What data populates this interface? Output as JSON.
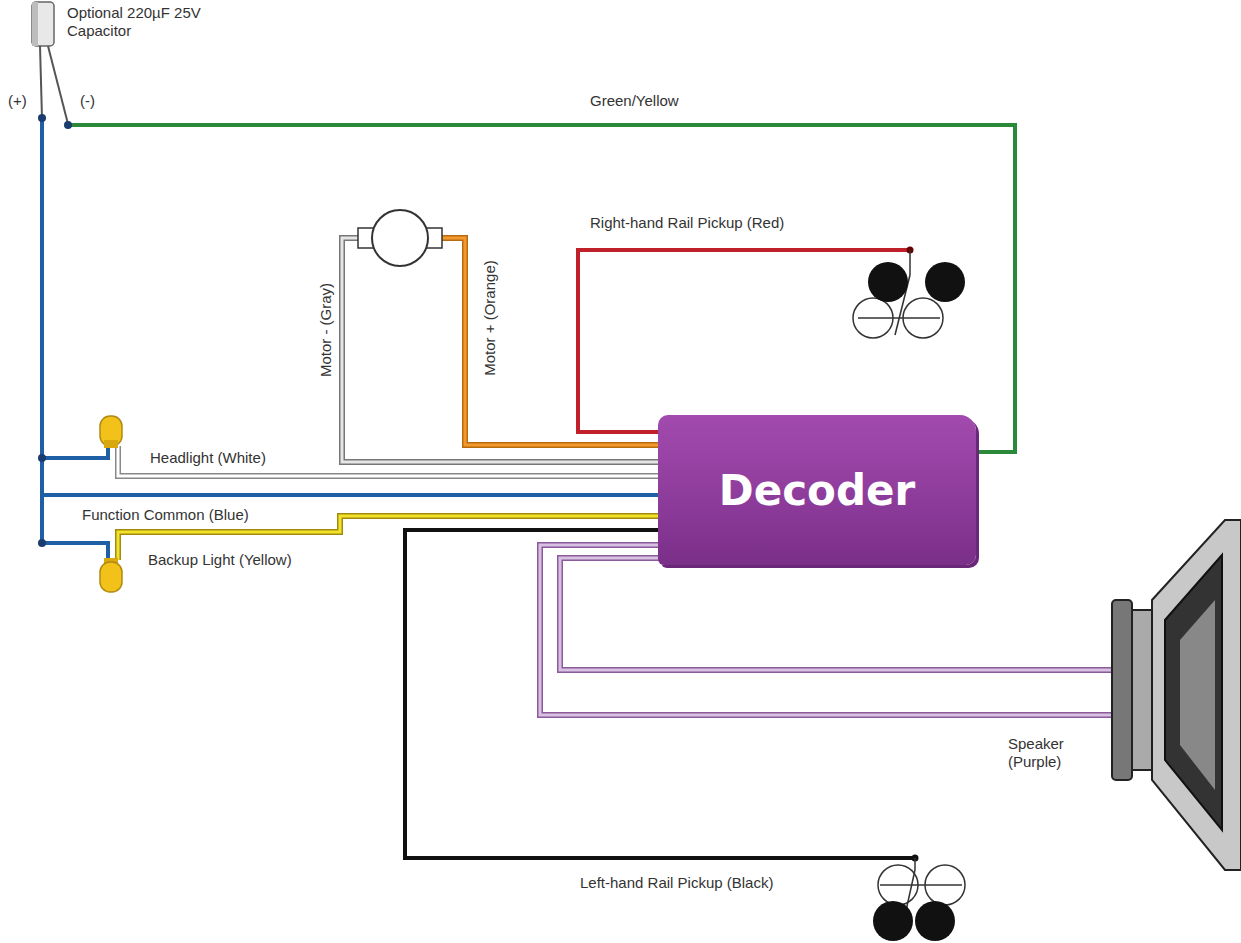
{
  "diagram": {
    "nodes": [
      {
        "text": [
          "Decoder"
        ]
      }
    ],
    "labels": [
      "Optional 220µF 25V Capacitor",
      "(+)",
      "(-)",
      "Green/Yellow",
      "Right-hand Rail Pickup (Red)",
      "Motor - (Gray)",
      "Motor + (Orange)",
      "Headlight (White)",
      "Function Common (Blue)",
      "Backup Light (Yellow)",
      "Speaker (Purple)",
      "Left-hand Rail Pickup (Black)"
    ]
  }
}
